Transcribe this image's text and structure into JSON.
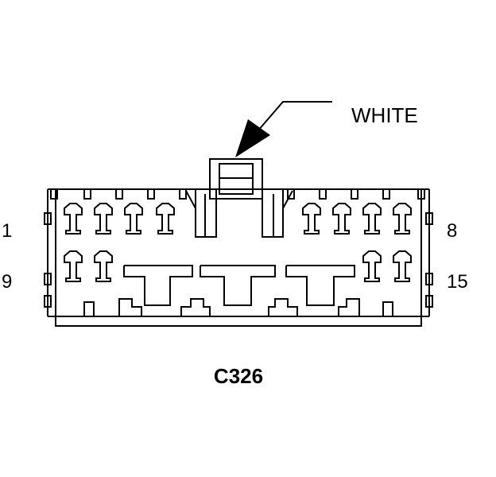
{
  "diagram": {
    "color_callout": "WHITE",
    "pin_labels": {
      "top_left": "1",
      "top_right": "8",
      "bottom_left": "9",
      "bottom_right": "15"
    },
    "connector_id": "C326",
    "line_color": "#000000",
    "background_color": "#ffffff"
  }
}
